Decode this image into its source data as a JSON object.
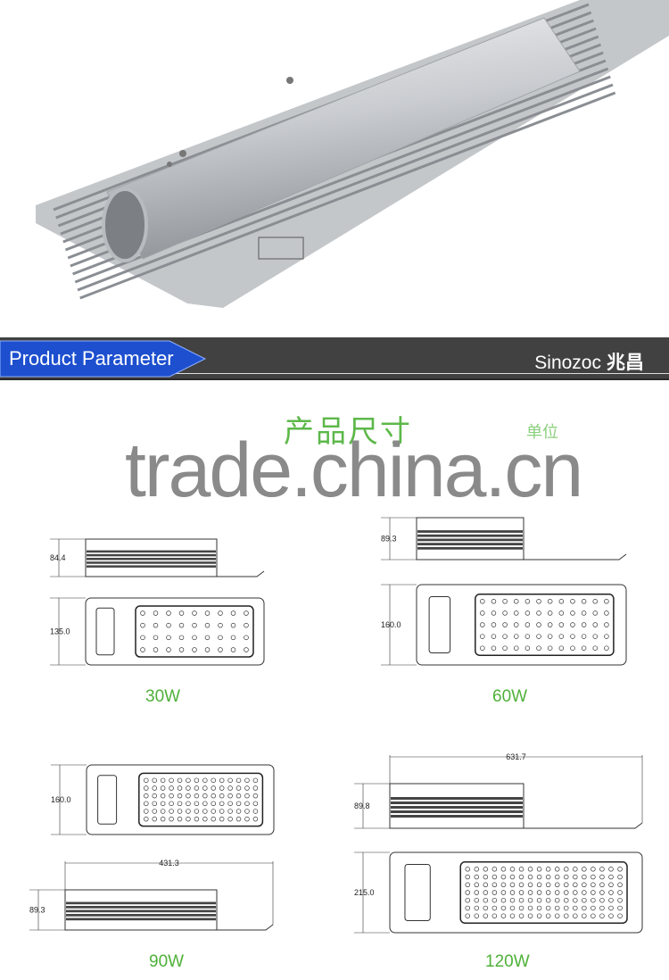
{
  "header": {
    "section_label": "Product Parameter",
    "brand_latin": "Sinozoc",
    "brand_cn": "兆昌",
    "accent_color": "#1d4fcf",
    "bar_color": "#414141"
  },
  "dimensions_title": "产品尺寸",
  "unit_label": "单位",
  "watermark": "trade.china.cn",
  "models": [
    {
      "label": "30W",
      "height": "84.4",
      "width": "135.0"
    },
    {
      "label": "60W",
      "height": "89.3",
      "width": "160.0"
    },
    {
      "label": "90W",
      "height": "89.3",
      "width": "160.0",
      "length": "431.3"
    },
    {
      "label": "120W",
      "height": "89.8",
      "width": "215.0",
      "length": "631.7"
    }
  ],
  "label_color": "#4fb13a"
}
